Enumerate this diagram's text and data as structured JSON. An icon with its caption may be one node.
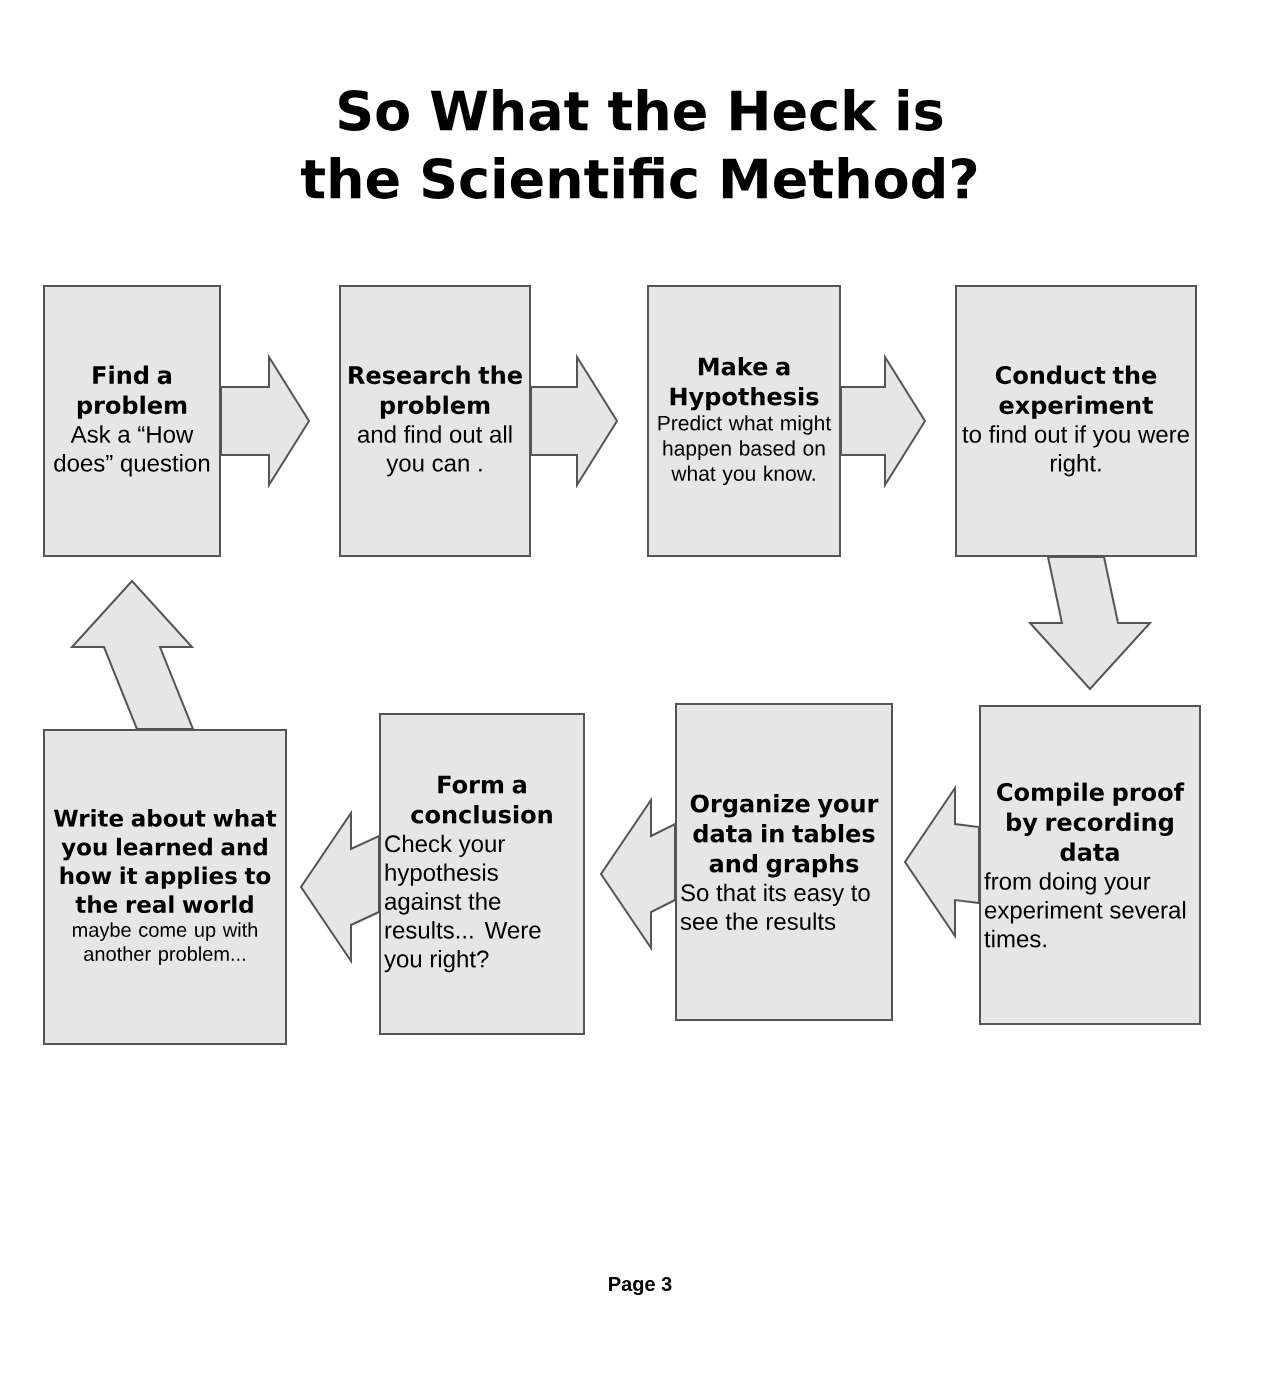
{
  "diagram": {
    "title": "So What the Heck is the Scientific Method?",
    "nodes": [
      {
        "text": [
          "Find a problem",
          "Ask a “How does” question"
        ]
      },
      {
        "text": [
          "Research the problem",
          "and find out all you can ."
        ]
      },
      {
        "text": [
          "Make a Hypothesis",
          "Predict what might happen based on what you know."
        ]
      },
      {
        "text": [
          "Conduct the experiment",
          "to find out if you were right."
        ]
      },
      {
        "text": [
          "Compile proof by recording data",
          "from doing your experiment several times."
        ]
      },
      {
        "text": [
          "Organize your data in tables and graphs",
          "So that its easy to see the results"
        ]
      },
      {
        "text": [
          "Form a conclusion",
          "Check your hypothesis against the results... Were you right?"
        ]
      },
      {
        "text": [
          "Write about what you learned and how it applies to the real world",
          "maybe come up with another problem..."
        ]
      }
    ],
    "edges": [
      {
        "from": 0,
        "to": 1,
        "arrow": "to"
      },
      {
        "from": 1,
        "to": 2,
        "arrow": "to"
      },
      {
        "from": 2,
        "to": 3,
        "arrow": "to"
      },
      {
        "from": 3,
        "to": 4,
        "arrow": "to"
      },
      {
        "from": 4,
        "to": 5,
        "arrow": "to"
      },
      {
        "from": 5,
        "to": 6,
        "arrow": "to"
      },
      {
        "from": 6,
        "to": 7,
        "arrow": "to"
      },
      {
        "from": 7,
        "to": 0,
        "arrow": "to"
      }
    ],
    "labels": [
      "Page 3"
    ]
  }
}
